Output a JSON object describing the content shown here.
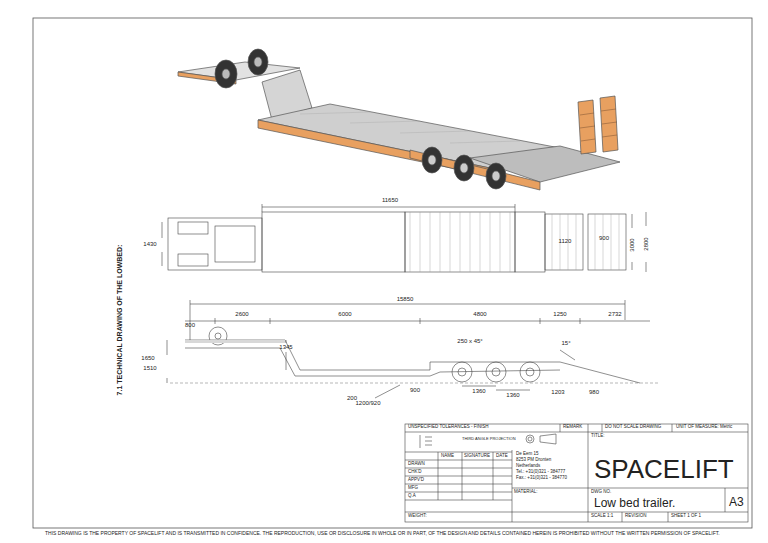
{
  "diagram": {
    "labels": [
      "7.1 TECHNICAL DRAWING OF THE LOWBED:",
      "11650",
      "1430",
      "1120",
      "900",
      "3000",
      "2800",
      "15850",
      "800",
      "2600",
      "6000",
      "4800",
      "1250",
      "2732",
      "1345",
      "250 x 45°",
      "15°",
      "1650",
      "1510",
      "900",
      "1360",
      "1360",
      "1203",
      "980",
      "200",
      "1200/920",
      "UNSPECIFIED TOLERANCES - FINISH",
      "REMARK",
      "DO NOT SCALE DRAWING",
      "UNIT OF MEASURE: Metric",
      "THIRD ANGLE PROJECTION",
      "TITLE:",
      "NAME",
      "SIGNATURE",
      "DATE",
      "DRAWN",
      "CHK'D",
      "APPV'D",
      "MFG",
      "Q.A",
      "De Eem 15",
      "8253 PM Dronten",
      "Netherlands",
      "Tel.: +31(0)321 - 384777",
      "Fax.: +31(0)321 - 384770",
      "MATERIAL:",
      "DWG NO.",
      "SPACELIFT",
      "Low bed trailer.",
      "A3",
      "WEIGHT:",
      "SCALE 1:1",
      "REVISION",
      "SHEET 1 OF 1",
      "THIS DRAWING IS THE PROPERTY OF SPACELIFT AND IS TRANSMITTED IN CONFIDENCE. THE REPRODUCTION, USE OR DISCLOSURE IN WHOLE OR IN PART, OF THE DESIGN AND DETAILS CONTAINED HEREIN IS PROHIBITED WITHOUT THE WRITTEN PERMISSION OF SPACELIFT."
    ]
  }
}
